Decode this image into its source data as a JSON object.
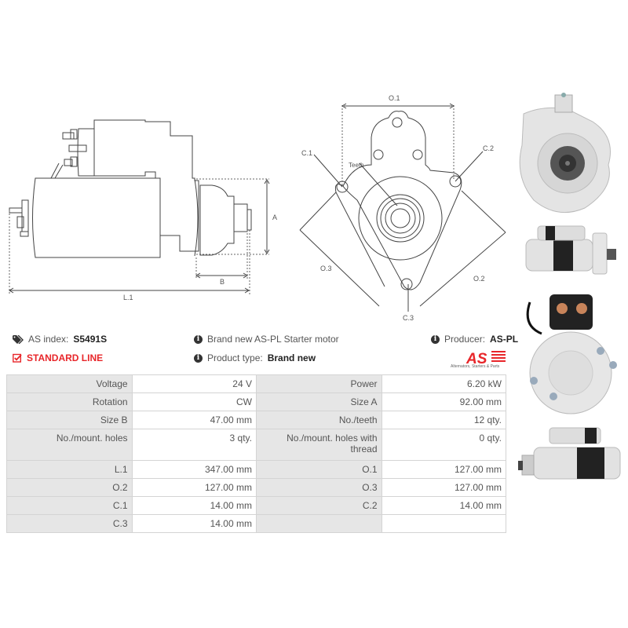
{
  "diagrams": {
    "side_view": {
      "labels": {
        "a": "A",
        "b": "B",
        "l1": "L.1"
      }
    },
    "front_view": {
      "labels": {
        "o1": "O.1",
        "o2": "O.2",
        "o3": "O.3",
        "c1": "C.1",
        "c2": "C.2",
        "c3": "C.3",
        "teeth": "Teeth"
      }
    }
  },
  "info": {
    "as_index_label": "AS index:",
    "as_index_value": "S5491S",
    "standard_line": "STANDARD LINE",
    "description": "Brand new AS-PL Starter motor",
    "product_type_label": "Product type:",
    "product_type_value": "Brand new",
    "producer_label": "Producer:",
    "producer_value": "AS-PL",
    "logo_text": "AS",
    "logo_subtitle": "Alternators, Starters & Parts"
  },
  "colors": {
    "accent": "#e8262a",
    "label_bg": "#e6e6e6",
    "border": "#d4d4d4"
  },
  "specs": {
    "rows": [
      {
        "l1": "Voltage",
        "v1": "24 V",
        "l2": "Power",
        "v2": "6.20 kW"
      },
      {
        "l1": "Rotation",
        "v1": "CW",
        "l2": "Size A",
        "v2": "92.00 mm"
      },
      {
        "l1": "Size B",
        "v1": "47.00 mm",
        "l2": "No./teeth",
        "v2": "12 qty."
      },
      {
        "l1": "No./mount. holes",
        "v1": "3 qty.",
        "l2": "No./mount. holes with thread",
        "v2": "0 qty."
      },
      {
        "l1": "L.1",
        "v1": "347.00 mm",
        "l2": "O.1",
        "v2": "127.00 mm"
      },
      {
        "l1": "O.2",
        "v1": "127.00 mm",
        "l2": "O.3",
        "v2": "127.00 mm"
      },
      {
        "l1": "C.1",
        "v1": "14.00 mm",
        "l2": "C.2",
        "v2": "14.00 mm"
      },
      {
        "l1": "C.3",
        "v1": "14.00 mm",
        "l2": "",
        "v2": ""
      }
    ]
  }
}
